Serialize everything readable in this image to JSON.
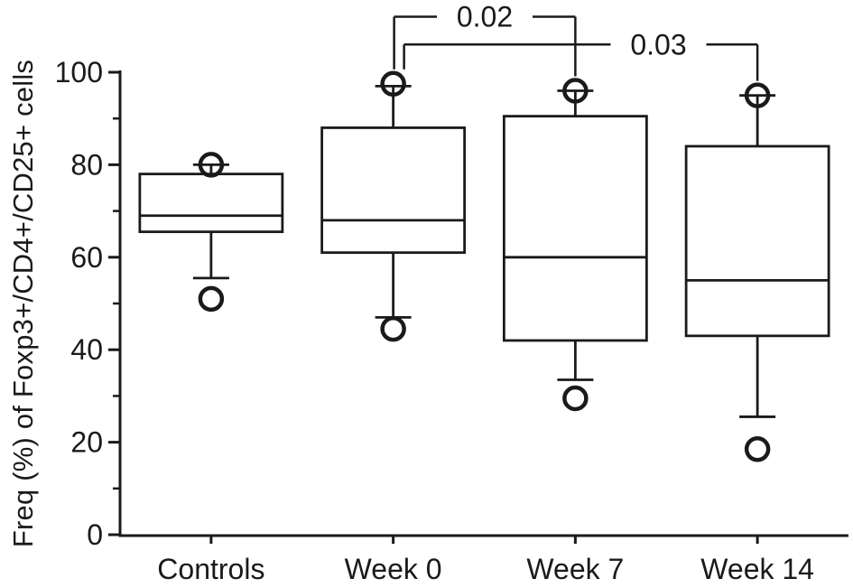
{
  "figure": {
    "background": "#ffffff",
    "line_color": "#1a1a1a"
  },
  "chart_data": {
    "type": "box",
    "title": "",
    "xlabel": "",
    "ylabel": "Freq (%) of Foxp3+/CD4+/CD25+ cells",
    "ylim": [
      0,
      100
    ],
    "yticks_major": [
      0,
      20,
      40,
      60,
      80,
      100
    ],
    "yticks_minor": [
      10,
      30,
      50,
      70,
      90
    ],
    "grid": false,
    "legend": null,
    "categories": [
      "Controls",
      "Week 0",
      "Week 7",
      "Week 14"
    ],
    "series": [
      {
        "category": "Controls",
        "q1": 65.5,
        "median": 69,
        "q3": 78,
        "whisker_low": 55.5,
        "whisker_high": 80,
        "far_point_high": 80,
        "far_point_low": 51
      },
      {
        "category": "Week 0",
        "q1": 61,
        "median": 68,
        "q3": 88,
        "whisker_low": 47,
        "whisker_high": 97,
        "far_point_high": 97.5,
        "far_point_low": 44.5
      },
      {
        "category": "Week 7",
        "q1": 42,
        "median": 60,
        "q3": 90.5,
        "whisker_low": 33.5,
        "whisker_high": 96,
        "far_point_high": 96,
        "far_point_low": 29.5
      },
      {
        "category": "Week 14",
        "q1": 43,
        "median": 55,
        "q3": 84,
        "whisker_low": 25.5,
        "whisker_high": 95,
        "far_point_high": 95,
        "far_point_low": 18.5
      }
    ],
    "significance": [
      {
        "label": "0.02",
        "from": "Week 0",
        "to": "Week 7",
        "bracket_value": 112,
        "label_frac": 0.5
      },
      {
        "label": "0.03",
        "from": "Week 0",
        "to": "Week 14",
        "bracket_value": 106,
        "label_frac": 0.72
      }
    ]
  }
}
